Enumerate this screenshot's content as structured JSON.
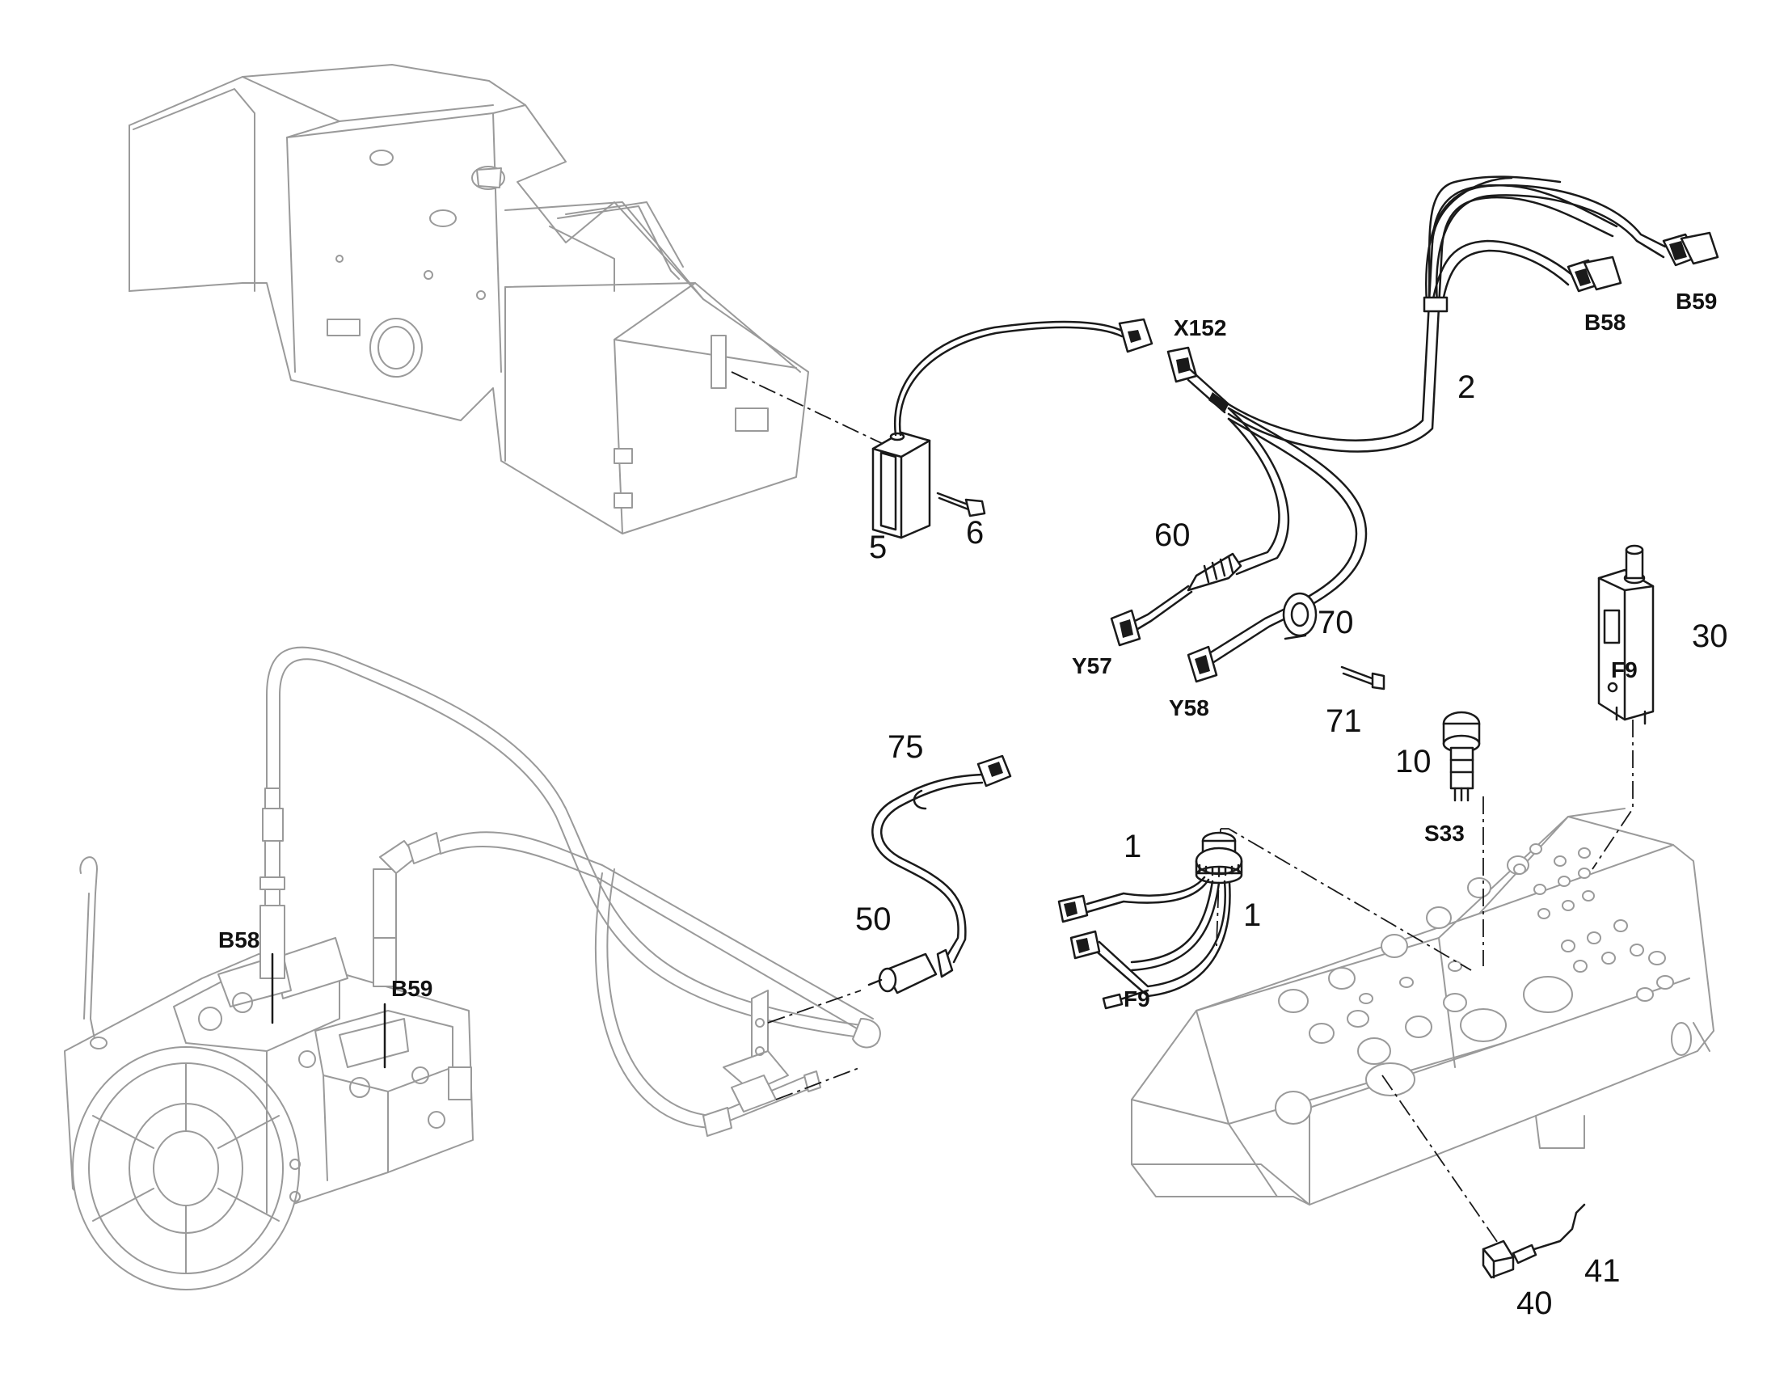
{
  "callouts": {
    "n1a": "1",
    "n1b": "1",
    "n2": "2",
    "n5": "5",
    "n6": "6",
    "n10": "10",
    "n30": "30",
    "n40": "40",
    "n41": "41",
    "n50": "50",
    "n60": "60",
    "n70": "70",
    "n71": "71",
    "n75": "75"
  },
  "codes": {
    "x152": "X152",
    "b58_top": "B58",
    "b59_top": "B59",
    "y57": "Y57",
    "y58": "Y58",
    "f9_breaker": "F9",
    "s33": "S33",
    "f9_wire": "F9",
    "b58_pump": "B58",
    "b59_pump": "B59"
  }
}
